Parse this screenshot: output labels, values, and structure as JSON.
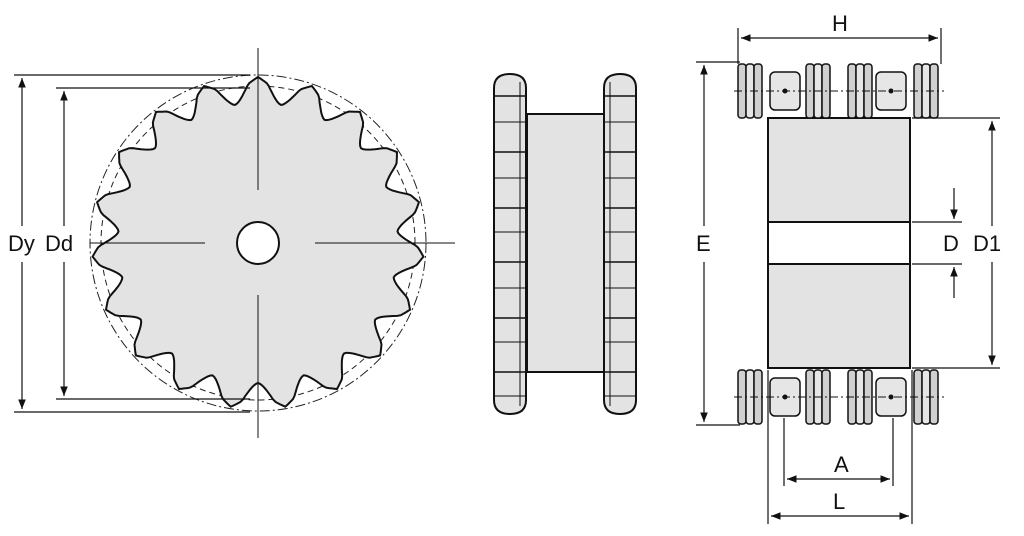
{
  "labels": {
    "dy": "Dy",
    "dd": "Dd",
    "h": "H",
    "e": "E",
    "d": "D",
    "d1": "D1",
    "a": "A",
    "l": "L"
  },
  "sprocket": {
    "teeth": 19
  },
  "colors": {
    "fill": "#e3e3e3",
    "stroke": "#111111"
  }
}
